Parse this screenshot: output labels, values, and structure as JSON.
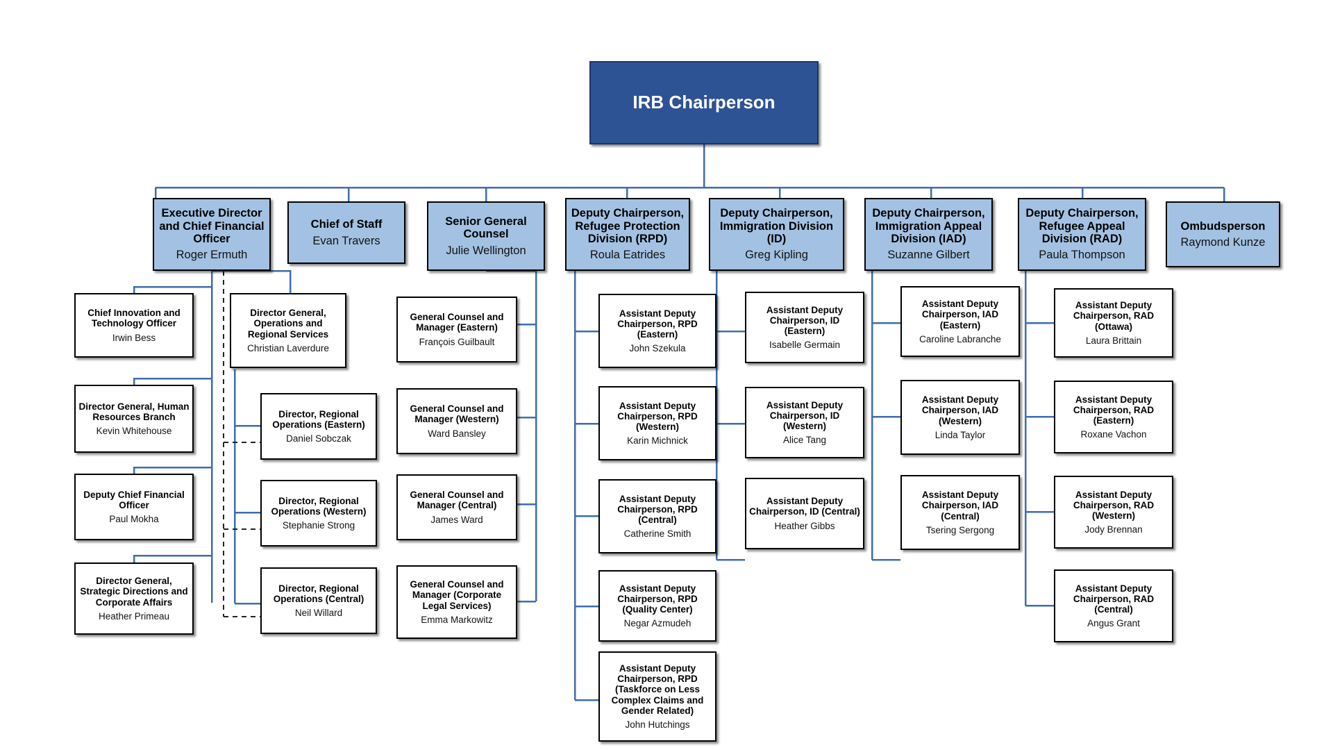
{
  "chart_data": {
    "type": "diagram",
    "title": "IRB Organizational Chart",
    "colors": {
      "root_fill": "#2E5395",
      "root_text": "#FFFFFF",
      "executive_fill": "#A3C2E3",
      "leaf_fill": "#FFFFFF",
      "connector": "#3E6DAF",
      "dashed_connector": "#222222",
      "border": "#000000"
    }
  },
  "root": {
    "title": "IRB Chairperson",
    "person": ""
  },
  "executives": [
    {
      "title": "Executive Director and Chief Financial Officer",
      "person": "Roger Ermuth"
    },
    {
      "title": "Chief of Staff",
      "person": "Evan Travers"
    },
    {
      "title": "Senior General Counsel",
      "person": "Julie Wellington"
    },
    {
      "title": "Deputy Chairperson, Refugee Protection Division (RPD)",
      "person": "Roula Eatrides"
    },
    {
      "title": "Deputy Chairperson, Immigration Division (ID)",
      "person": "Greg Kipling"
    },
    {
      "title": "Deputy Chairperson, Immigration Appeal Division (IAD)",
      "person": "Suzanne Gilbert"
    },
    {
      "title": "Deputy Chairperson, Refugee Appeal Division (RAD)",
      "person": "Paula Thompson"
    },
    {
      "title": "Ombudsperson",
      "person": "Raymond Kunze"
    }
  ],
  "corporate": [
    {
      "title": "Chief Innovation and Technology Officer",
      "person": "Irwin Bess"
    },
    {
      "title": "Director General, Human Resources Branch",
      "person": "Kevin Whitehouse"
    },
    {
      "title": "Deputy Chief Financial Officer",
      "person": "Paul Mokha"
    },
    {
      "title": "Director General, Strategic Directions and Corporate Affairs",
      "person": "Heather Primeau"
    }
  ],
  "operations": [
    {
      "title": "Director General, Operations and Regional Services",
      "person": "Christian Laverdure"
    },
    {
      "title": "Director, Regional Operations (Eastern)",
      "person": "Daniel Sobczak"
    },
    {
      "title": "Director, Regional Operations (Western)",
      "person": "Stephanie Strong"
    },
    {
      "title": "Director, Regional Operations (Central)",
      "person": "Neil Willard"
    }
  ],
  "legal": [
    {
      "title": "General Counsel and Manager (Eastern)",
      "person": "François Guilbault"
    },
    {
      "title": "General Counsel and Manager (Western)",
      "person": "Ward Bansley"
    },
    {
      "title": "General Counsel and Manager (Central)",
      "person": "James Ward"
    },
    {
      "title": "General Counsel and Manager (Corporate Legal Services)",
      "person": "Emma Markowitz"
    }
  ],
  "rpd": [
    {
      "title": "Assistant Deputy Chairperson, RPD (Eastern)",
      "person": "John Szekula"
    },
    {
      "title": "Assistant Deputy Chairperson, RPD (Western)",
      "person": "Karin Michnick"
    },
    {
      "title": "Assistant Deputy Chairperson, RPD (Central)",
      "person": "Catherine Smith"
    },
    {
      "title": "Assistant  Deputy Chairperson,  RPD (Quality Center)",
      "person": "Negar Azmudeh"
    },
    {
      "title": "Assistant Deputy Chairperson, RPD (Taskforce on Less Complex Claims and Gender Related)",
      "person": "John Hutchings"
    }
  ],
  "id": [
    {
      "title": "Assistant Deputy Chairperson, ID (Eastern)",
      "person": "Isabelle Germain"
    },
    {
      "title": "Assistant Deputy Chairperson, ID (Western)",
      "person": "Alice Tang"
    },
    {
      "title": "Assistant Deputy Chairperson, ID (Central)",
      "person": "Heather Gibbs"
    }
  ],
  "iad": [
    {
      "title": "Assistant Deputy Chairperson, IAD (Eastern)",
      "person": "Caroline Labranche"
    },
    {
      "title": "Assistant Deputy Chairperson, IAD (Western)",
      "person": "Linda Taylor"
    },
    {
      "title": "Assistant Deputy Chairperson, IAD (Central)",
      "person": "Tsering Sergong"
    }
  ],
  "rad": [
    {
      "title": "Assistant Deputy Chairperson, RAD (Ottawa)",
      "person": "Laura Brittain"
    },
    {
      "title": "Assistant Deputy Chairperson, RAD (Eastern)",
      "person": "Roxane Vachon"
    },
    {
      "title": "Assistant Deputy Chairperson, RAD (Western)",
      "person": "Jody Brennan"
    },
    {
      "title": "Assistant Deputy Chairperson, RAD (Central)",
      "person": "Angus Grant"
    }
  ]
}
